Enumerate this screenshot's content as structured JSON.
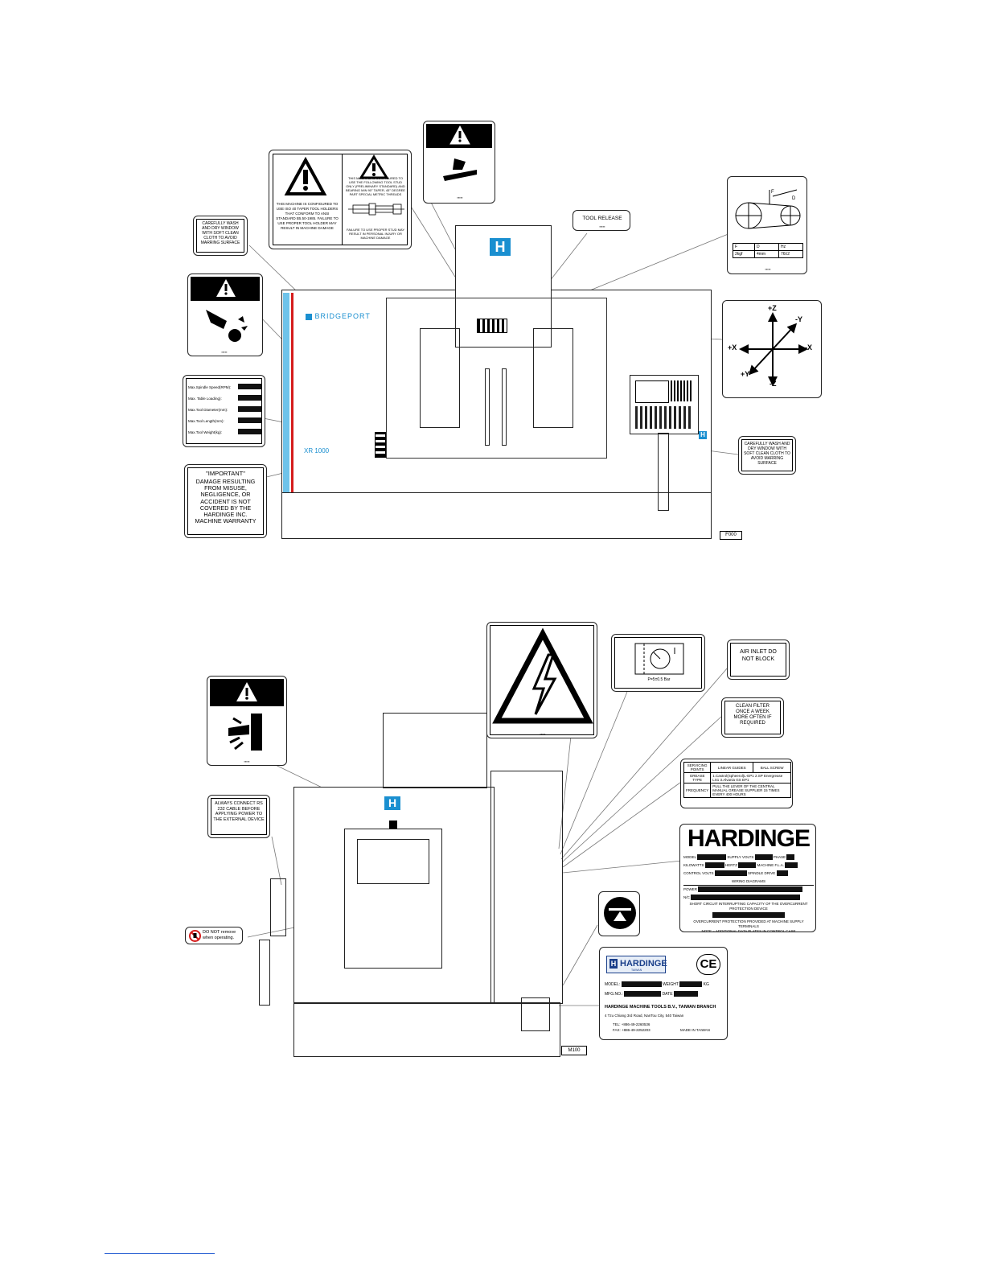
{
  "colors": {
    "brand_blue": "#1a8fd0",
    "accent_blue": "#6fc3ea",
    "red": "#d51c1c",
    "ink": "#000000"
  },
  "top": {
    "tool_taper_label": {
      "left_text": "THIS MACHINE IS CONFIGURED TO USE ISO 40 TAPER TOOL HOLDERS THAT CONFORM TO ANSI STANDARD B5.50-1985. FAILURE TO USE PROPER TOOL HOLDER MAY RESULT IN MACHINE DAMAGE",
      "right_text": "THIS MACHINE IS CONFIGURED TO USE THE FOLLOWING TOOL STUD ONLY (PRELIMINARY STANDARD) AND BEARING MIN 90° TAPER, 45° DEGREE PART SPECIAL METRIC THREADS",
      "right_footer": "FAILURE TO USE PROPER STUD MAY RESULT IN PERSONAL INJURY OR MACHINE DAMAGE"
    },
    "tool_release": "TOOL RELEASE",
    "wash_window": "CAREFULLY WASH AND DRY WINDOW WITH SOFT CLEAN CLOTH TO AVOID MARRING SURFACE",
    "belt_table": {
      "headers": [
        "F",
        "D",
        "Hz"
      ],
      "values": [
        "2kgf",
        "4mm",
        "76±2"
      ]
    },
    "axes": {
      "pz": "+Z",
      "nz": "-Z",
      "px": "+X",
      "nx": "-X",
      "py": "+Y",
      "ny": "-Y"
    },
    "max_ratings": [
      "Max.Spindle Speed(RPM):",
      "Max. Table Loading):",
      "Max.Tool Diameter(mm):",
      "Max.Tool Length(mm):",
      "Max.Tool Weight(kg):"
    ],
    "important": {
      "title": "\"IMPORTANT\"",
      "body": "DAMAGE RESULTING FROM MISUSE, NEGLIGENCE, OR ACCIDENT IS NOT COVERED BY THE HARDINGE INC. MACHINE WARRANTY"
    },
    "brand_text": "BRIDGEPORT",
    "model_text": "XR 1000",
    "drawing_tag": "F000"
  },
  "bottom": {
    "air_inlet": "AIR INLET DO NOT BLOCK",
    "pressure_gauge": "P=5±0.5 Bar",
    "clean_filter": "CLEAN FILTER ONCE A WEEK MORE OFTEN IF REQUIRED",
    "grease_table": {
      "servicing_points": "SERVICING POINTS",
      "linear_guides": "LINEAR GUIDES",
      "ball_screw": "BALL SCREW",
      "grease_type": "GREASE TYPE",
      "grease_options": "1.Castrol(Spheerol)L-EP1 2.SP Energrease LS1 3.Alvania GS EP1",
      "frequency": "FREQUENCY",
      "frequency_text": "PULL THE LEVER OF THE CENTRAL MANUAL GREASE SUPPLIER 15 TIMES EVERY 400 HOURS"
    },
    "hardinge_plate": {
      "brand": "HARDINGE",
      "model": "MODEL",
      "supply_volts": "SUPPLY VOLTS",
      "phase": "PHASE",
      "kilowatts": "KILOWATTS",
      "hertz": "HERTZ",
      "machine_fla": "MACHINE F.L.A.",
      "control_volts": "CONTROL VOLTS",
      "spindle_drive": "SPINDLE DRIVE",
      "wiring": "WIRING DIAGRAMS",
      "power": "POWER",
      "nc": "N/C",
      "short_circuit": "SHORT CIRCUIT INTERRUPTING CAPACITY OF THE OVERCURRENT PROTECTION DEVICE",
      "overcurrent": "OVERCURRENT PROTECTION PROVIDED AT MACHINE SUPPLY TERMINALS",
      "note": "NOTE = ADDITIONAL DATA PLATES IN CONTROL CASE"
    },
    "rs232": "ALWAYS CONNECT RS 232 CABLE BEFORE APPLYING POWER TO THE EXTERNAL DEVICE",
    "do_not_remove": "DO NOT remove when operating.",
    "id_plate": {
      "brand": "HARDINGE",
      "brand_sub": "TAIWAN",
      "ce": "CE",
      "model": "MODEL:",
      "weight": "WEIGHT",
      "kg": "KG",
      "mfg": "MFG.NO.:",
      "date": "DATE",
      "company": "HARDINGE MACHINE TOOLS B.V., TAIWAN BRANCH",
      "address": "4 Tzu Chiang 3rd Road, NanTou City, 540 Taiwan",
      "tel": "TEL: +886-49-2260536",
      "fax": "FAX: +886-49-2252203",
      "made_in": "MADE IN TAIWAN"
    },
    "drawing_tag": "M100"
  }
}
